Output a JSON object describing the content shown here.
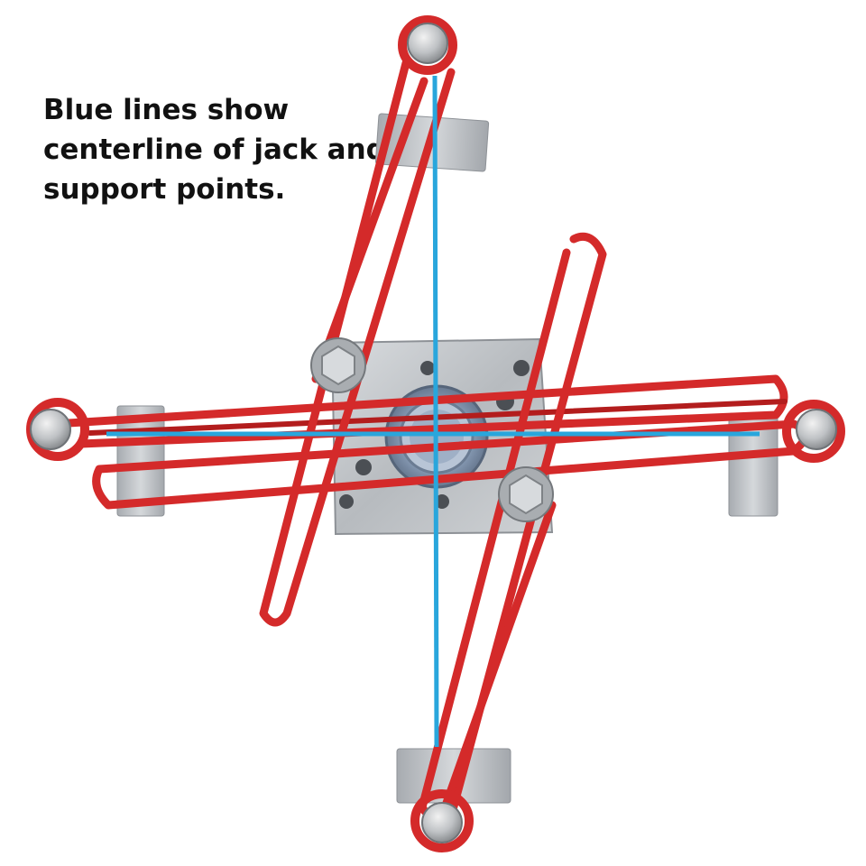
{
  "caption": {
    "lines": [
      "Blue lines show",
      "centerline of jack and",
      "support points."
    ]
  },
  "colors": {
    "background": "#ffffff",
    "frame_red": "#d42a2a",
    "frame_red_dark": "#9e1616",
    "centerline_blue": "#29a6dc",
    "plate_steel": "#c4c8cc",
    "bracket_steel": "#b9bdc2",
    "caption_text": "#111111"
  }
}
